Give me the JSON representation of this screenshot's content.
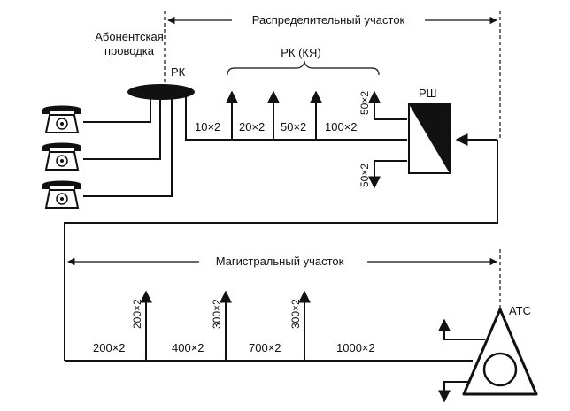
{
  "labels": {
    "subscriber_wiring": [
      "Абонентская",
      "проводка"
    ],
    "distribution_section": "Распределительный участок",
    "rk": "РК",
    "rk_ky": "РК (КЯ)",
    "rsh": "РШ",
    "trunk_section": "Магистральный участок",
    "ats": "АТС"
  },
  "distribution_cables": [
    "10×2",
    "20×2",
    "50×2",
    "100×2"
  ],
  "rsh_branches": [
    "50×2",
    "50×2"
  ],
  "trunk_cables": [
    "200×2",
    "400×2",
    "700×2",
    "1000×2"
  ],
  "trunk_branches": [
    "200×2",
    "300×2",
    "300×2"
  ],
  "icons": {
    "phone": "telephone-icon",
    "rk": "distribution-box-icon",
    "rsh": "distribution-cabinet-icon",
    "ats": "exchange-icon"
  }
}
